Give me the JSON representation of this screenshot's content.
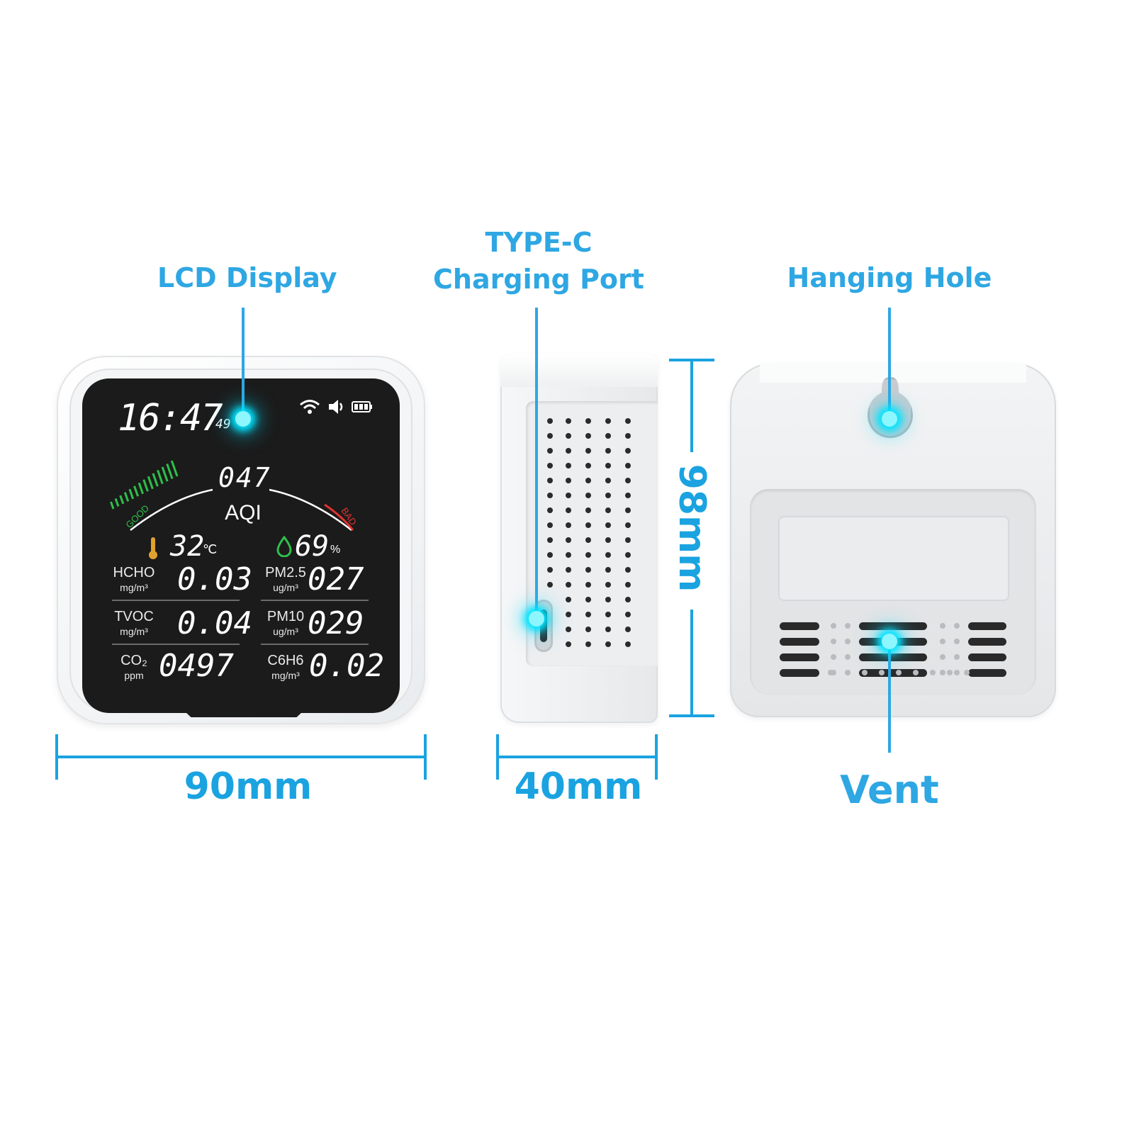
{
  "callouts": {
    "lcd": "LCD Display",
    "type_c_line1": "TYPE-C",
    "type_c_line2": "Charging Port",
    "hanging": "Hanging Hole",
    "vent": "Vent"
  },
  "dimensions": {
    "width": "90mm",
    "depth": "40mm",
    "height": "98mm"
  },
  "display": {
    "time": "16:47",
    "seconds": "49",
    "aqi_value": "047",
    "aqi_label": "AQI",
    "good": "GOOD",
    "bad": "BAD",
    "temperature": "32",
    "temp_unit": "℃",
    "humidity": "69",
    "humidity_unit": "%",
    "readings": [
      {
        "name": "HCHO",
        "unit": "mg/m³",
        "value": "0.03"
      },
      {
        "name": "PM2.5",
        "unit": "ug/m³",
        "value": "027"
      },
      {
        "name": "TVOC",
        "unit": "mg/m³",
        "value": "0.04"
      },
      {
        "name": "PM10",
        "unit": "ug/m³",
        "value": "029"
      },
      {
        "name": "CO₂",
        "unit": "ppm",
        "value": "0497"
      },
      {
        "name": "C6H6",
        "unit": "mg/m³",
        "value": "0.02"
      }
    ]
  },
  "icons": {
    "wifi": "wifi-icon",
    "speaker": "speaker-icon",
    "battery": "battery-icon",
    "thermometer": "thermometer-icon",
    "droplet": "droplet-icon"
  },
  "colors": {
    "callout": "#2ea7e3",
    "dimension": "#1aa3e0",
    "glow": "#00e5ff",
    "good": "#2fbf4a",
    "bad": "#e0342f",
    "screen": "#1b1b1b"
  }
}
